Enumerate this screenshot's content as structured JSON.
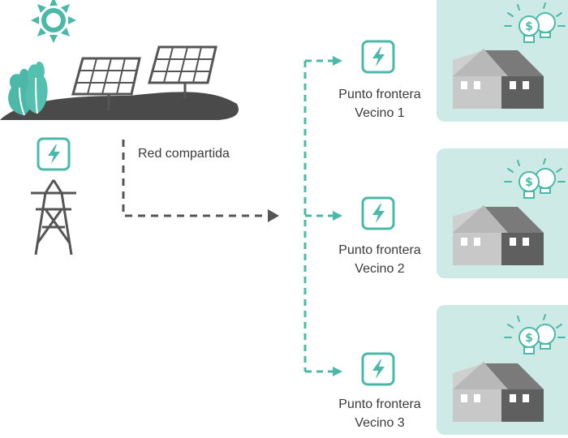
{
  "shared_network_label": "Red compartida",
  "neighbors": [
    {
      "title": "Punto frontera",
      "name": "Vecino 1"
    },
    {
      "title": "Punto frontera",
      "name": "Vecino 2"
    },
    {
      "title": "Punto frontera",
      "name": "Vecino 3"
    }
  ],
  "colors": {
    "teal": "#4db8a8",
    "teal_light": "#cdeae6",
    "dark": "#555555",
    "gray": "#8c8c8c",
    "house_dark": "#5f5f5f",
    "house_light": "#c9c9c9"
  },
  "icons": [
    "sun-icon",
    "tree-icon",
    "solar-panel-icon",
    "lightning-icon",
    "transmission-tower-icon",
    "house-icon",
    "lightbulb-dollar-icon",
    "lightbulb-icon"
  ]
}
